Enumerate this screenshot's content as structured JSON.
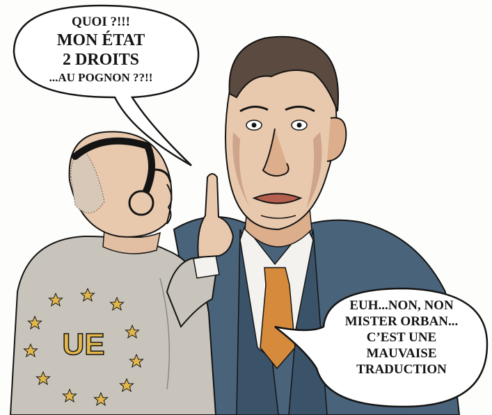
{
  "bubble_left": {
    "line1": "QUOI ?!!!",
    "line2": "MON ÉTAT",
    "line3": "2 DROITS",
    "line4": "...AU POGNON ??!!"
  },
  "bubble_right": {
    "line1": "EUH...NON, NON",
    "line2": "MISTER ORBAN...",
    "line3": "C’EST UNE",
    "line4": "MAUVAISE",
    "line5": "TRADUCTION"
  },
  "sweater": {
    "label": "UE"
  },
  "colors": {
    "skin": "#e9c9ad",
    "skin_shadow": "#b9876b",
    "suit": "#49637a",
    "tie": "#d58a3c",
    "sweater": "#c8c4bc",
    "star": "#e2b64a",
    "ink": "#141414"
  }
}
